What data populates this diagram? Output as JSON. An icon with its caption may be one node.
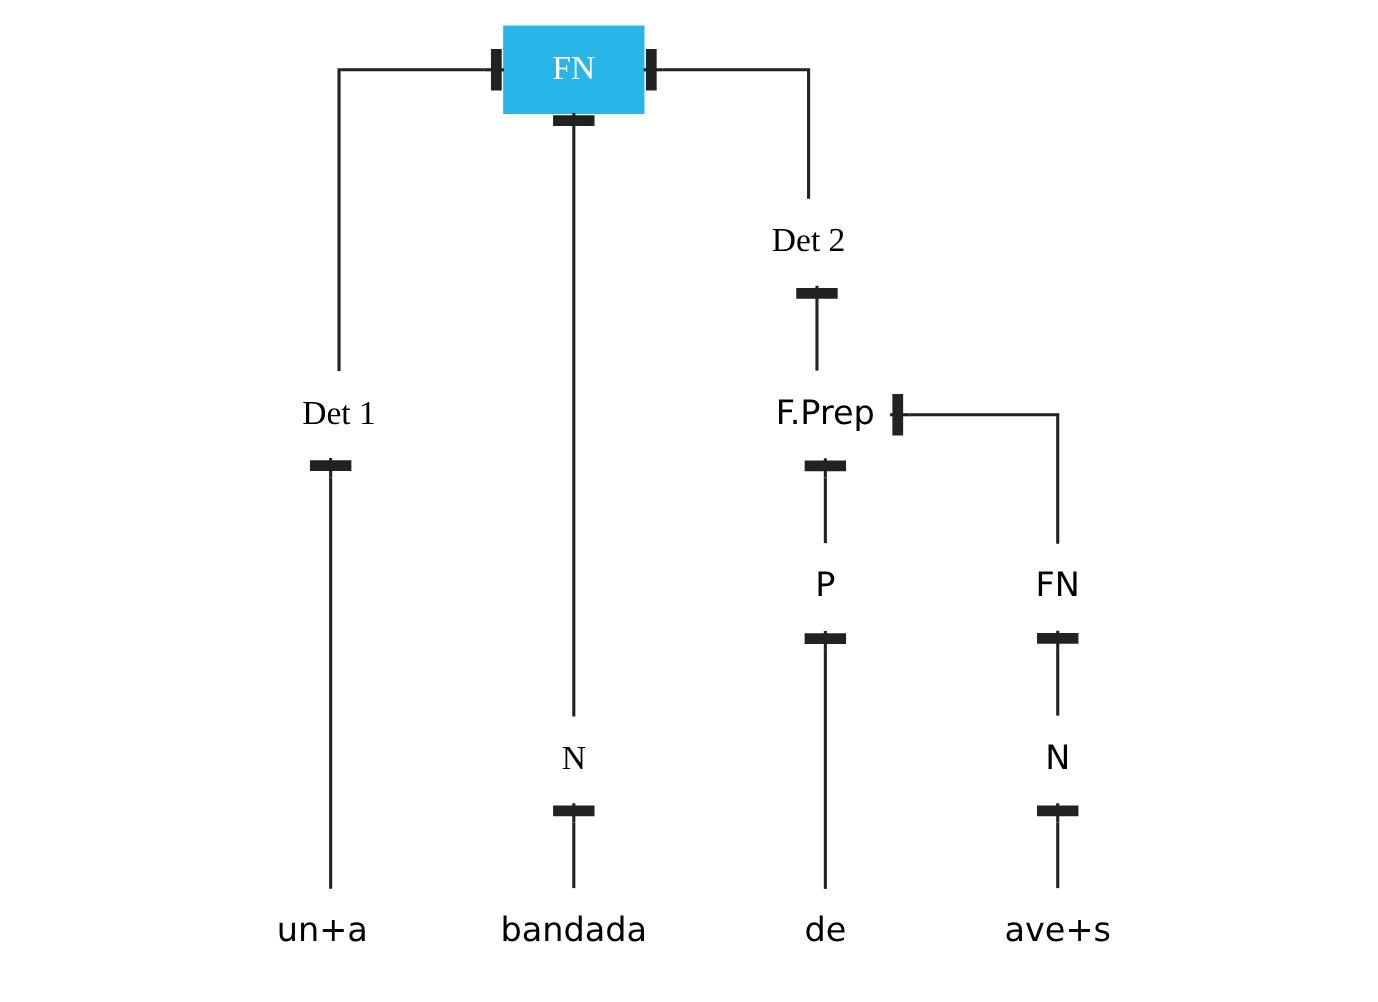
{
  "diagram": {
    "nodes": [
      {
        "text": [
          "FN"
        ]
      },
      {
        "text": [
          "Det 1"
        ]
      },
      {
        "text": [
          "N"
        ]
      },
      {
        "text": [
          "Det 2"
        ]
      },
      {
        "text": [
          "F.Prep"
        ]
      },
      {
        "text": [
          "P"
        ]
      },
      {
        "text": [
          "FN"
        ]
      },
      {
        "text": [
          "N"
        ]
      },
      {
        "text": [
          "un+a"
        ]
      },
      {
        "text": [
          "bandada"
        ]
      },
      {
        "text": [
          "de"
        ]
      },
      {
        "text": [
          "ave+s"
        ]
      }
    ],
    "edges": [
      {
        "from": 0,
        "to": 1,
        "arrow": "other"
      },
      {
        "from": 0,
        "to": 2,
        "arrow": "other"
      },
      {
        "from": 0,
        "to": 3,
        "arrow": "other"
      },
      {
        "from": 1,
        "to": 8,
        "arrow": "other"
      },
      {
        "from": 2,
        "to": 9,
        "arrow": "other"
      },
      {
        "from": 3,
        "to": 4,
        "arrow": "other"
      },
      {
        "from": 4,
        "to": 5,
        "arrow": "other"
      },
      {
        "from": 4,
        "to": 6,
        "arrow": "other"
      },
      {
        "from": 5,
        "to": 10,
        "arrow": "other"
      },
      {
        "from": 6,
        "to": 7,
        "arrow": "other"
      },
      {
        "from": 7,
        "to": 11,
        "arrow": "other"
      }
    ]
  }
}
